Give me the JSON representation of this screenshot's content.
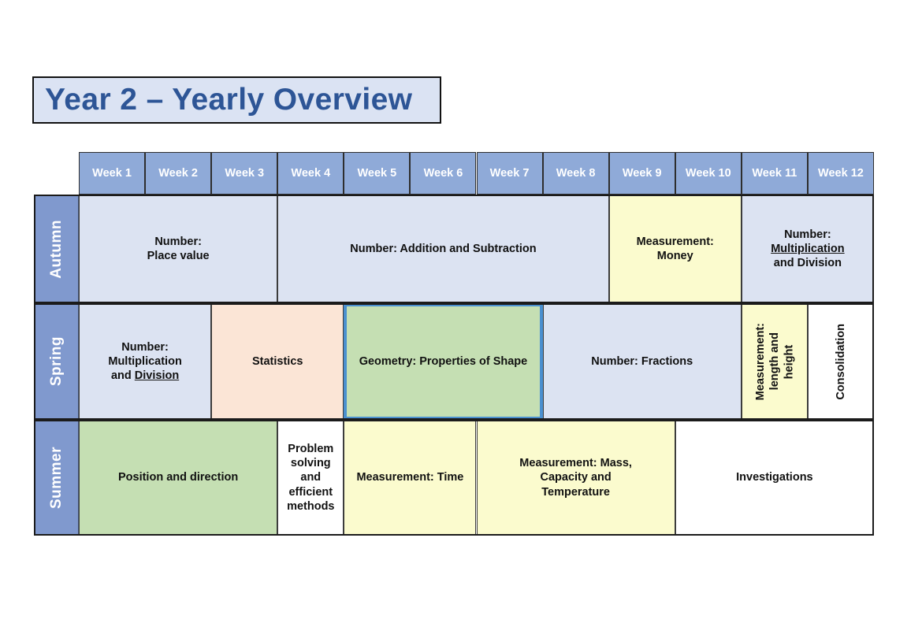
{
  "title": "Year 2 – Yearly Overview",
  "colors": {
    "title_text": "#2d5596",
    "title_bg": "#dbe3f3",
    "header_blue": "#8faad8",
    "season_blue": "#8099ce",
    "fill_blue": "#dce3f2",
    "fill_yellow": "#fbfbce",
    "fill_green": "#c5dfb3",
    "fill_peach": "#fbe5d6",
    "fill_white": "#ffffff",
    "highlight_border": "#4a90d0"
  },
  "table": {
    "week_headers": [
      "Week 1",
      "Week 2",
      "Week 3",
      "Week 4",
      "Week 5",
      "Week 6",
      "Week 7",
      "Week 8",
      "Week 9",
      "Week 10",
      "Week 11",
      "Week 12"
    ],
    "rows": [
      {
        "season": "Autumn",
        "cells": [
          {
            "label": "Number:\nPlace value",
            "start": 1,
            "span": 3,
            "fill": "blue",
            "vertical": false,
            "highlight": false,
            "underline": ""
          },
          {
            "label": "Number: Addition and Subtraction",
            "start": 4,
            "span": 5,
            "fill": "blue",
            "vertical": false,
            "highlight": false,
            "underline": ""
          },
          {
            "label": "Measurement:\nMoney",
            "start": 9,
            "span": 2,
            "fill": "yellow",
            "vertical": false,
            "highlight": false,
            "underline": ""
          },
          {
            "label": "Number:\nMultiplication\nand Division",
            "start": 11,
            "span": 2,
            "fill": "blue",
            "vertical": false,
            "highlight": false,
            "underline": "Multiplication"
          }
        ]
      },
      {
        "season": "Spring",
        "cells": [
          {
            "label": "Number:\nMultiplication\nand Division",
            "start": 1,
            "span": 2,
            "fill": "blue",
            "vertical": false,
            "highlight": false,
            "underline": "Division"
          },
          {
            "label": "Statistics",
            "start": 3,
            "span": 2,
            "fill": "peach",
            "vertical": false,
            "highlight": false,
            "underline": ""
          },
          {
            "label": "Geometry: Properties of Shape",
            "start": 5,
            "span": 3,
            "fill": "green",
            "vertical": false,
            "highlight": true,
            "underline": ""
          },
          {
            "label": "Number: Fractions",
            "start": 8,
            "span": 3,
            "fill": "blue",
            "vertical": false,
            "highlight": false,
            "underline": ""
          },
          {
            "label": "Measurement:\nlength and\nheight",
            "start": 11,
            "span": 1,
            "fill": "yellow",
            "vertical": true,
            "highlight": false,
            "underline": ""
          },
          {
            "label": "Consolidation",
            "start": 12,
            "span": 1,
            "fill": "white",
            "vertical": true,
            "highlight": false,
            "underline": ""
          }
        ]
      },
      {
        "season": "Summer",
        "cells": [
          {
            "label": "Position and direction",
            "start": 1,
            "span": 3,
            "fill": "green",
            "vertical": false,
            "highlight": false,
            "underline": ""
          },
          {
            "label": "Problem\nsolving and\nefficient\nmethods",
            "start": 4,
            "span": 1,
            "fill": "white",
            "vertical": false,
            "highlight": false,
            "underline": ""
          },
          {
            "label": "Measurement: Time",
            "start": 5,
            "span": 2,
            "fill": "yellow",
            "vertical": false,
            "highlight": false,
            "underline": ""
          },
          {
            "label": "Measurement: Mass,\nCapacity and\nTemperature",
            "start": 7,
            "span": 3,
            "fill": "yellow",
            "vertical": false,
            "highlight": false,
            "underline": ""
          },
          {
            "label": "Investigations",
            "start": 10,
            "span": 3,
            "fill": "white",
            "vertical": false,
            "highlight": false,
            "underline": ""
          }
        ]
      }
    ]
  }
}
